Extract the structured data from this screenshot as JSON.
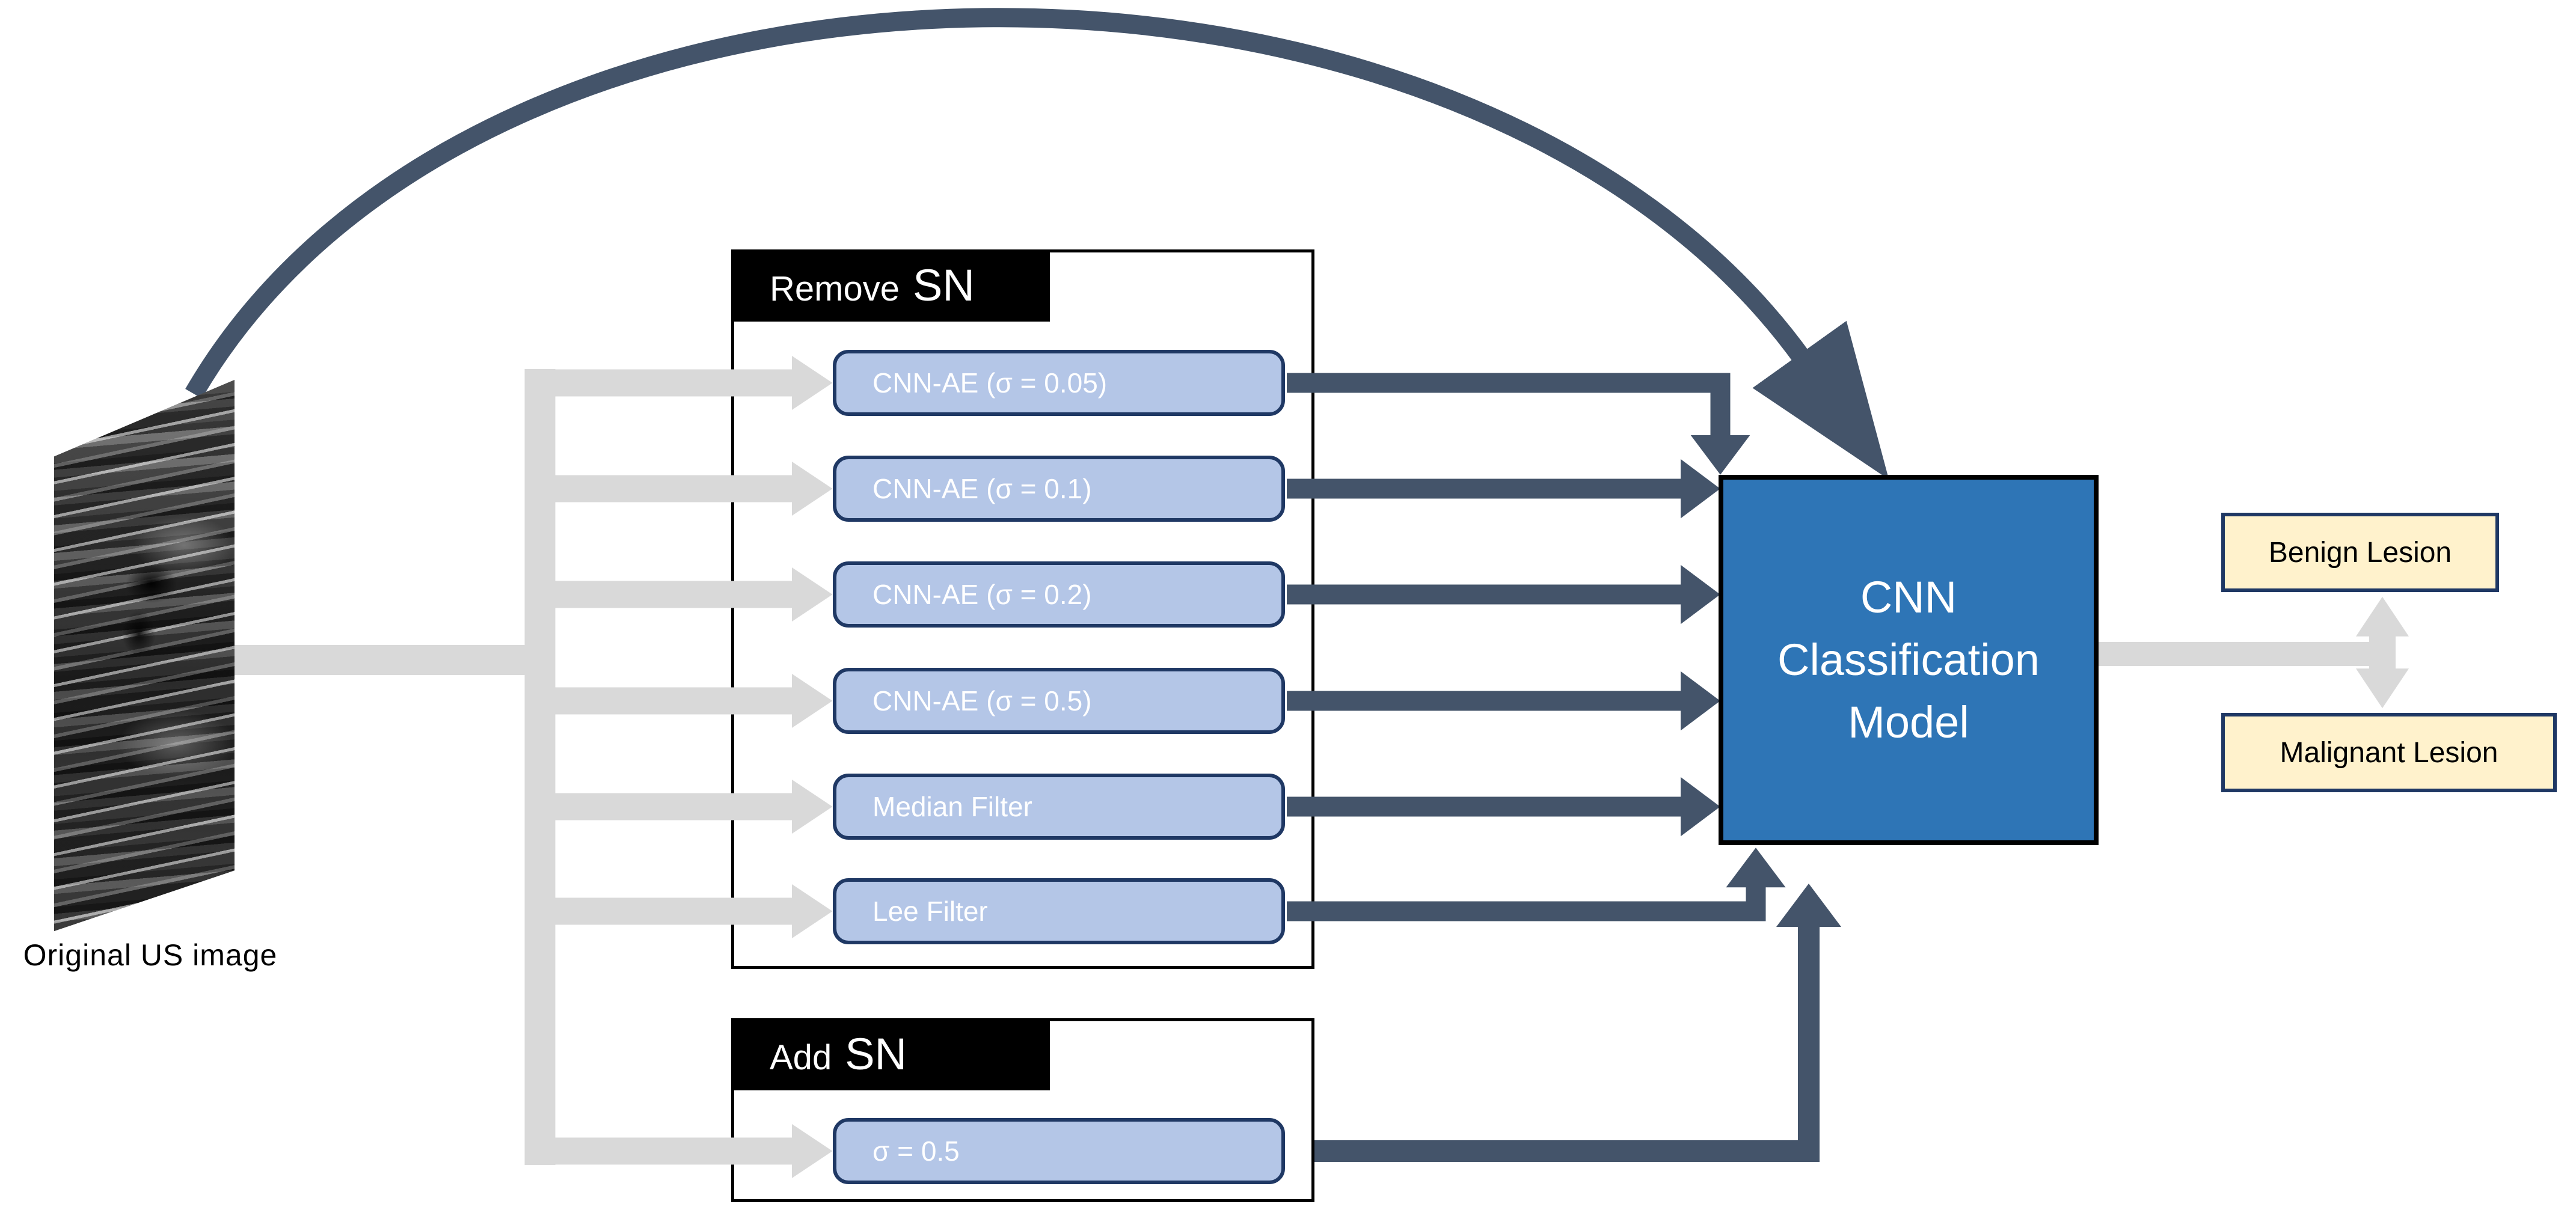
{
  "diagram": {
    "source": {
      "label": "Original US image"
    },
    "remove_sn": {
      "title": {
        "word": "Remove",
        "acronym": "SN"
      },
      "items": [
        "CNN-AE (σ = 0.05)",
        "CNN-AE (σ = 0.1)",
        "CNN-AE (σ = 0.2)",
        "CNN-AE (σ = 0.5)",
        "Median Filter",
        "Lee Filter"
      ]
    },
    "add_sn": {
      "title": {
        "word": "Add",
        "acronym": "SN"
      },
      "items": [
        "σ = 0.5"
      ]
    },
    "model": {
      "lines": [
        "CNN",
        "Classification",
        "Model"
      ]
    },
    "outputs": [
      "Benign Lesion",
      "Malignant Lesion"
    ]
  },
  "colors": {
    "arrow-dark": "#44546A",
    "arrow-gray": "#D9D9D9",
    "chip-fill": "#B4C6E7",
    "chip-border": "#1F3864",
    "chip-text": "#FFFFFF",
    "model-fill": "#2E75B6",
    "model-border": "#000000",
    "model-text": "#FFFFFF",
    "output-fill": "#FFF2CC",
    "output-border": "#1F3864",
    "header-bg": "#000000",
    "header-text": "#FFFFFF",
    "panel-border": "#000000",
    "label-text": "#000000",
    "canvas-bg": "#FFFFFF"
  }
}
